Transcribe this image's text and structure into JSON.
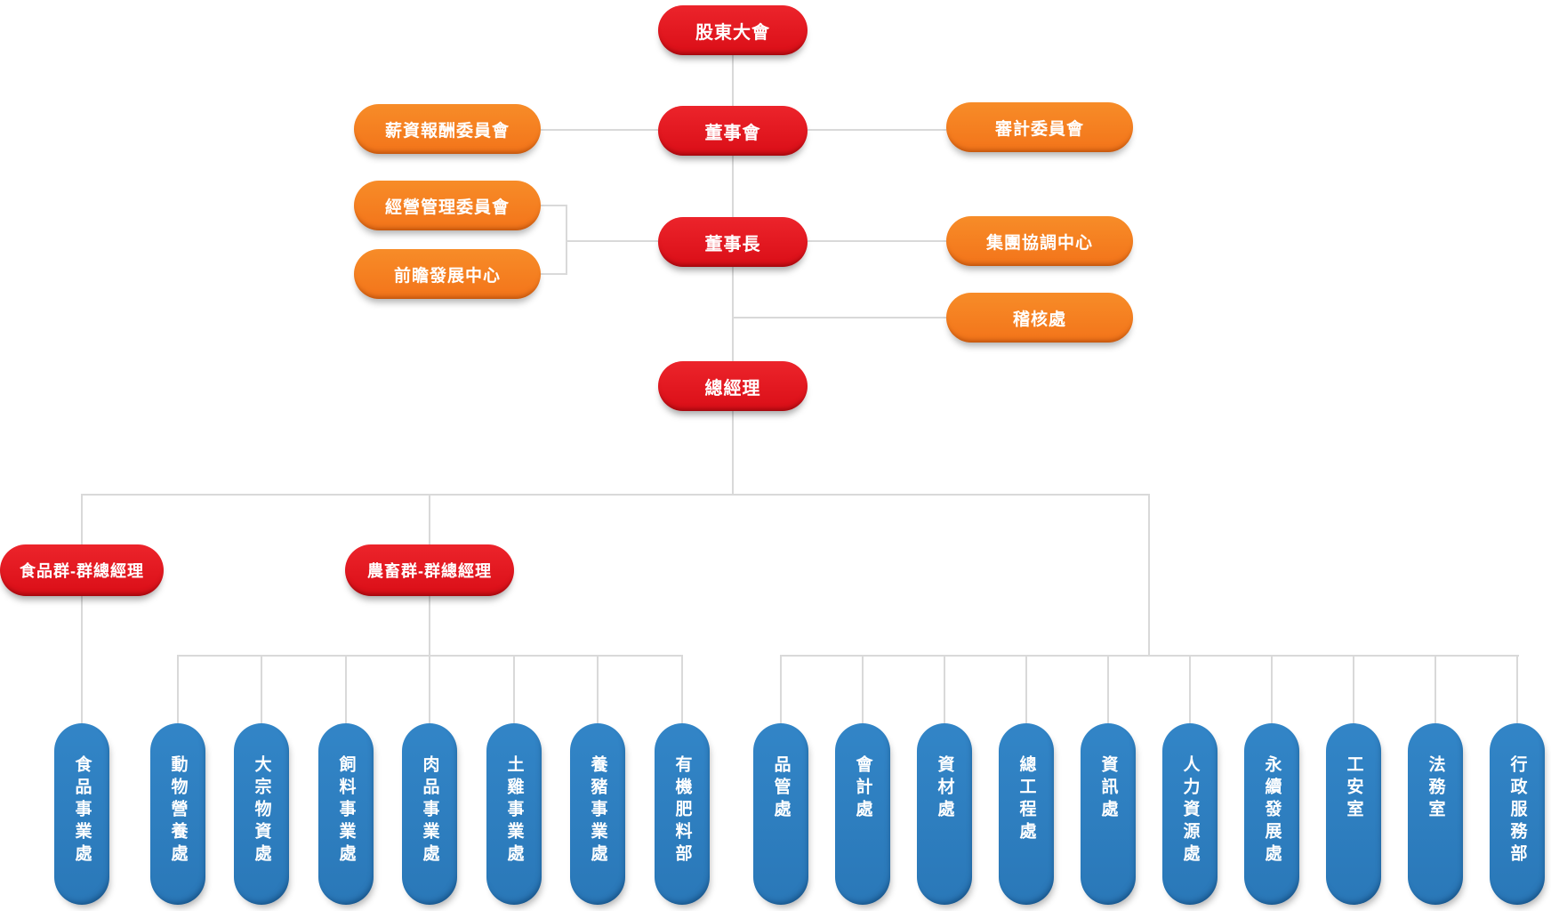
{
  "colors": {
    "node_red": "#e0151d",
    "node_orange": "#f5791e",
    "node_blue": "#2b7ec1",
    "connector_gray": "#d9d9d9",
    "text_white": "#ffffff"
  },
  "nodes": {
    "shareholders_meeting": "股東大會",
    "board_of_directors": "董事會",
    "compensation_committee": "薪資報酬委員會",
    "audit_committee": "審計委員會",
    "chairman": "董事長",
    "management_committee": "經營管理委員會",
    "forward_development_center": "前瞻發展中心",
    "group_coordination_center": "集團協調中心",
    "audit_office": "稽核處",
    "president": "總經理",
    "food_group_gm": "食品群-群總經理",
    "agri_livestock_group_gm": "農畜群-群總經理"
  },
  "departments": {
    "food_group": [
      "食品事業處"
    ],
    "agri_livestock_group": [
      "動物營養處",
      "大宗物資處",
      "飼料事業處",
      "肉品事業處",
      "土雞事業處",
      "養豬事業處",
      "有機肥料部"
    ],
    "president_direct": [
      "品管處",
      "會計處",
      "資材處",
      "總工程處",
      "資訊處",
      "人力資源處",
      "永續發展處",
      "工安室",
      "法務室",
      "行政服務部"
    ]
  },
  "hierarchy": {
    "root": "股東大會",
    "edges": [
      [
        "股東大會",
        "董事會"
      ],
      [
        "董事會",
        "薪資報酬委員會"
      ],
      [
        "董事會",
        "審計委員會"
      ],
      [
        "董事會",
        "董事長"
      ],
      [
        "董事長",
        "經營管理委員會"
      ],
      [
        "董事長",
        "前瞻發展中心"
      ],
      [
        "董事長",
        "集團協調中心"
      ],
      [
        "董事長",
        "稽核處"
      ],
      [
        "董事長",
        "總經理"
      ],
      [
        "總經理",
        "食品群-群總經理"
      ],
      [
        "總經理",
        "農畜群-群總經理"
      ],
      [
        "食品群-群總經理",
        "食品事業處"
      ],
      [
        "農畜群-群總經理",
        "動物營養處/大宗物資處/飼料事業處/肉品事業處/土雞事業處/養豬事業處/有機肥料部"
      ],
      [
        "總經理",
        "品管處/會計處/資材處/總工程處/資訊處/人力資源處/永續發展處/工安室/法務室/行政服務部"
      ]
    ]
  }
}
